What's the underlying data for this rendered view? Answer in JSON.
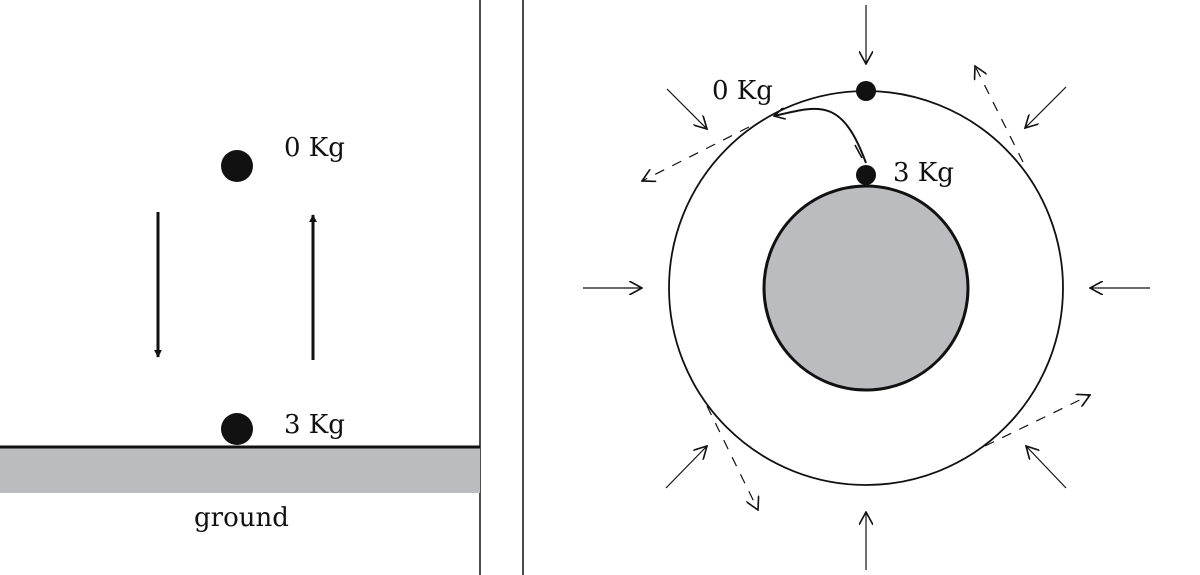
{
  "left_panel": {
    "top_ball_label": "0 Kg",
    "bottom_ball_label": "3 Kg",
    "ground_label": "ground"
  },
  "right_panel": {
    "outer_ball_label": "0 Kg",
    "inner_ball_label": "3 Kg"
  },
  "colors": {
    "ink": "#111111",
    "ground_fill": "#bbbcc0",
    "planet_fill": "#bbbcc0",
    "background": "#ffffff"
  }
}
